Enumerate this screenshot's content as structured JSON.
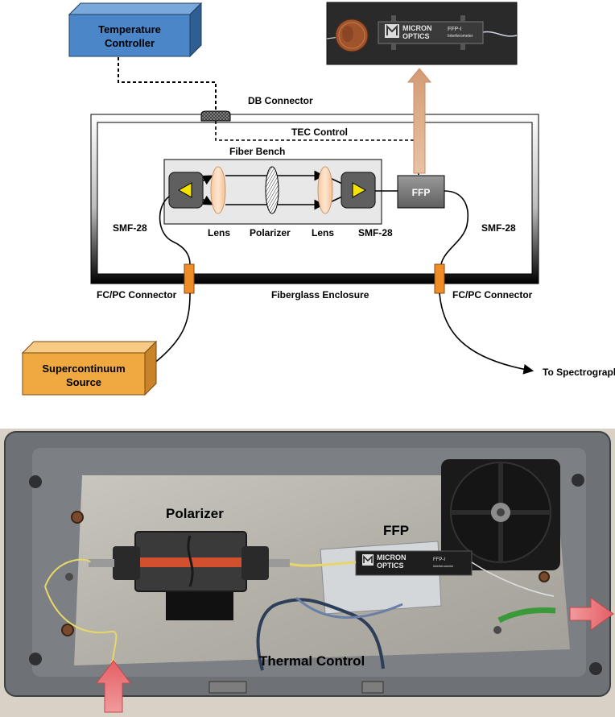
{
  "diagram": {
    "temperature_controller": [
      "Temperature",
      "Controller"
    ],
    "db_connector": "DB Connector",
    "tec_control": "TEC Control",
    "fiber_bench": "Fiber Bench",
    "ffp": "FFP",
    "lens_left": "Lens",
    "polarizer": "Polarizer",
    "lens_right": "Lens",
    "smf_left": "SMF-28",
    "smf_right_inner": "SMF-28",
    "smf_right_outer": "SMF-28",
    "fc_pc_left": "FC/PC Connector",
    "fiberglass_enclosure": "Fiberglass Enclosure",
    "fc_pc_right": "FC/PC Connector",
    "supercontinuum_source": [
      "Supercontinuum",
      "Source"
    ],
    "to_spectrograph": "To Spectrograph"
  },
  "inset_photo": {
    "brand_line1": "MICRON",
    "brand_line2": "OPTICS",
    "model": "FFP-I",
    "model_sub": "Interferometer"
  },
  "photo": {
    "polarizer_label": "Polarizer",
    "ffp_label": "FFP",
    "thermal_label": "Thermal Control",
    "brand_line1": "MICRON",
    "brand_line2": "OPTICS",
    "model": "FFP-I",
    "model_sub": "Interferometer"
  },
  "colors": {
    "temperature_controller": "#4a86c8",
    "supercontinuum_source": "#f0a840",
    "connector": "#f08c28",
    "arrow_up": "#d9a884",
    "photo_arrow": "#e8757a",
    "triangle": "#f5e400"
  }
}
